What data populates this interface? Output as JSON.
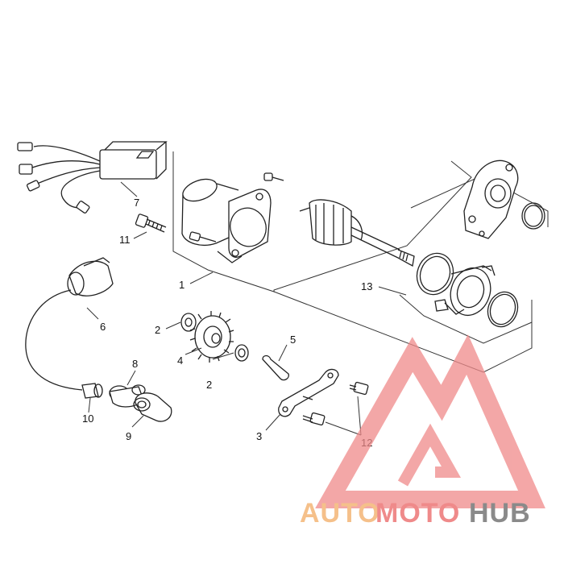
{
  "callouts": [
    {
      "id": "1",
      "label": "1"
    },
    {
      "id": "2a",
      "label": "2"
    },
    {
      "id": "2b",
      "label": "2"
    },
    {
      "id": "3",
      "label": "3"
    },
    {
      "id": "4",
      "label": "4"
    },
    {
      "id": "5",
      "label": "5"
    },
    {
      "id": "6",
      "label": "6"
    },
    {
      "id": "7",
      "label": "7"
    },
    {
      "id": "8",
      "label": "8"
    },
    {
      "id": "9",
      "label": "9"
    },
    {
      "id": "10",
      "label": "10"
    },
    {
      "id": "11",
      "label": "11"
    },
    {
      "id": "12",
      "label": "12"
    },
    {
      "id": "13",
      "label": "13"
    }
  ],
  "watermark": {
    "part1": "AUTO",
    "part2": "MOTO",
    "part3": "HUB",
    "color_auto": "#f5c08a",
    "color_moto": "#ef8a8a",
    "color_hub": "#8a8a8a",
    "logo_color": "#f08a8a"
  }
}
